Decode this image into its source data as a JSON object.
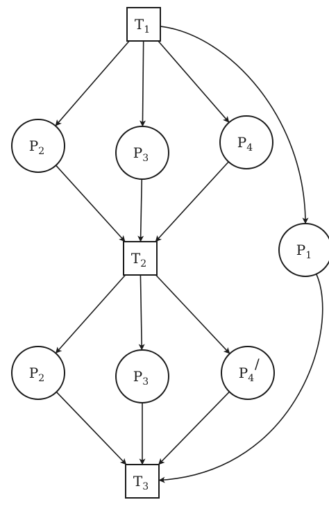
{
  "diagram": {
    "nodes": [
      {
        "id": "T1",
        "kind": "transition",
        "base": "T",
        "sub": "1",
        "prime": ""
      },
      {
        "id": "P2a",
        "kind": "place",
        "base": "P",
        "sub": "2",
        "prime": ""
      },
      {
        "id": "P3a",
        "kind": "place",
        "base": "P",
        "sub": "3",
        "prime": ""
      },
      {
        "id": "P4a",
        "kind": "place",
        "base": "P",
        "sub": "4",
        "prime": ""
      },
      {
        "id": "P1",
        "kind": "place",
        "base": "P",
        "sub": "1",
        "prime": ""
      },
      {
        "id": "T2",
        "kind": "transition",
        "base": "T",
        "sub": "2",
        "prime": ""
      },
      {
        "id": "P2b",
        "kind": "place",
        "base": "P",
        "sub": "2",
        "prime": ""
      },
      {
        "id": "P3b",
        "kind": "place",
        "base": "P",
        "sub": "3",
        "prime": ""
      },
      {
        "id": "P4b",
        "kind": "place",
        "base": "P",
        "sub": "4",
        "prime": "/"
      },
      {
        "id": "T3",
        "kind": "transition",
        "base": "T",
        "sub": "3",
        "prime": ""
      }
    ],
    "edges": [
      {
        "from": "T1",
        "to": "P2a"
      },
      {
        "from": "T1",
        "to": "P3a"
      },
      {
        "from": "T1",
        "to": "P4a"
      },
      {
        "from": "T1",
        "to": "P1"
      },
      {
        "from": "P2a",
        "to": "T2"
      },
      {
        "from": "P3a",
        "to": "T2"
      },
      {
        "from": "P4a",
        "to": "T2"
      },
      {
        "from": "T2",
        "to": "P2b"
      },
      {
        "from": "T2",
        "to": "P3b"
      },
      {
        "from": "T2",
        "to": "P4b"
      },
      {
        "from": "P2b",
        "to": "T3"
      },
      {
        "from": "P3b",
        "to": "T3"
      },
      {
        "from": "P4b",
        "to": "T3"
      },
      {
        "from": "P1",
        "to": "T3"
      }
    ],
    "stroke_color": "#1a1a1a"
  }
}
